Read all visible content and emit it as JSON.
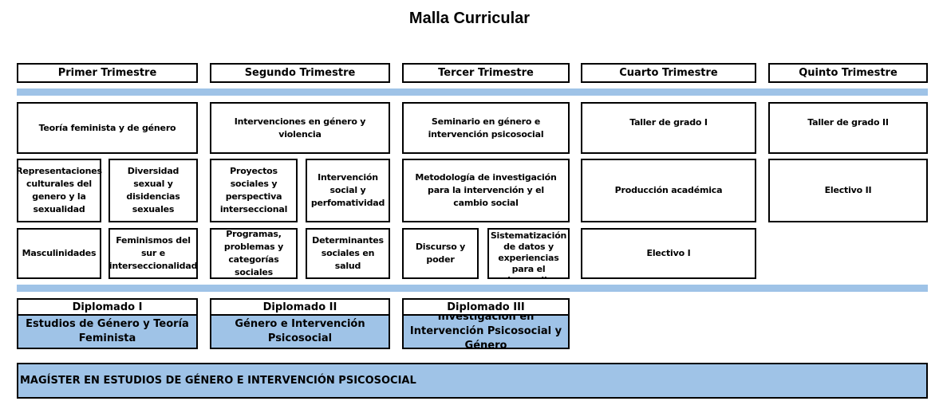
{
  "title": "Malla Curricular",
  "trimesters": [
    "Primer Trimestre",
    "Segundo Trimestre",
    "Tercer Trimestre",
    "Cuarto Trimestre",
    "Quinto Trimestre"
  ],
  "courses": {
    "t1_teoria": "Teoría feminista y de género",
    "t1_representaciones": "Representaciones culturales del genero y la sexualidad",
    "t1_diversidad": "Diversidad sexual y disidencias sexuales",
    "t1_masculinidades": "Masculinidades",
    "t1_feminismos": "Feminismos del sur e interseccionalidad",
    "t2_intervenciones": "Intervenciones en género y violencia",
    "t2_proyectos": "Proyectos sociales y perspectiva interseccional",
    "t2_intervencion_social": "Intervención social y perfomatividad",
    "t2_programas": "Programas, problemas y categorías sociales",
    "t2_determinantes": "Determinantes sociales en salud",
    "t3_seminario": "Seminario en género e intervención psicosocial",
    "t3_metodologia": "Metodología de investigación para la intervención y el cambio social",
    "t3_discurso": "Discurso y poder",
    "t3_sistematizacion": "Sistematización de datos y experiencias para el desarrollo",
    "t4_taller": "Taller de grado I",
    "t4_produccion": "Producción académica",
    "t4_electivo": "Electivo I",
    "t5_taller": "Taller de grado II",
    "t5_electivo": "Electivo II"
  },
  "diplomados": [
    {
      "label": "Diplomado I",
      "name": "Estudios de Género y Teoría Feminista"
    },
    {
      "label": "Diplomado II",
      "name": "Género e Intervención Psicosocial"
    },
    {
      "label": "Diplomado III",
      "name": "Investigación en Intervención Psicosocial y Género"
    }
  ],
  "footer": "MAGÍSTER EN ESTUDIOS DE GÉNERO E INTERVENCIÓN PSICOSOCIAL",
  "colors": {
    "accent_blue": "#9fc3e7",
    "border": "#000000"
  }
}
